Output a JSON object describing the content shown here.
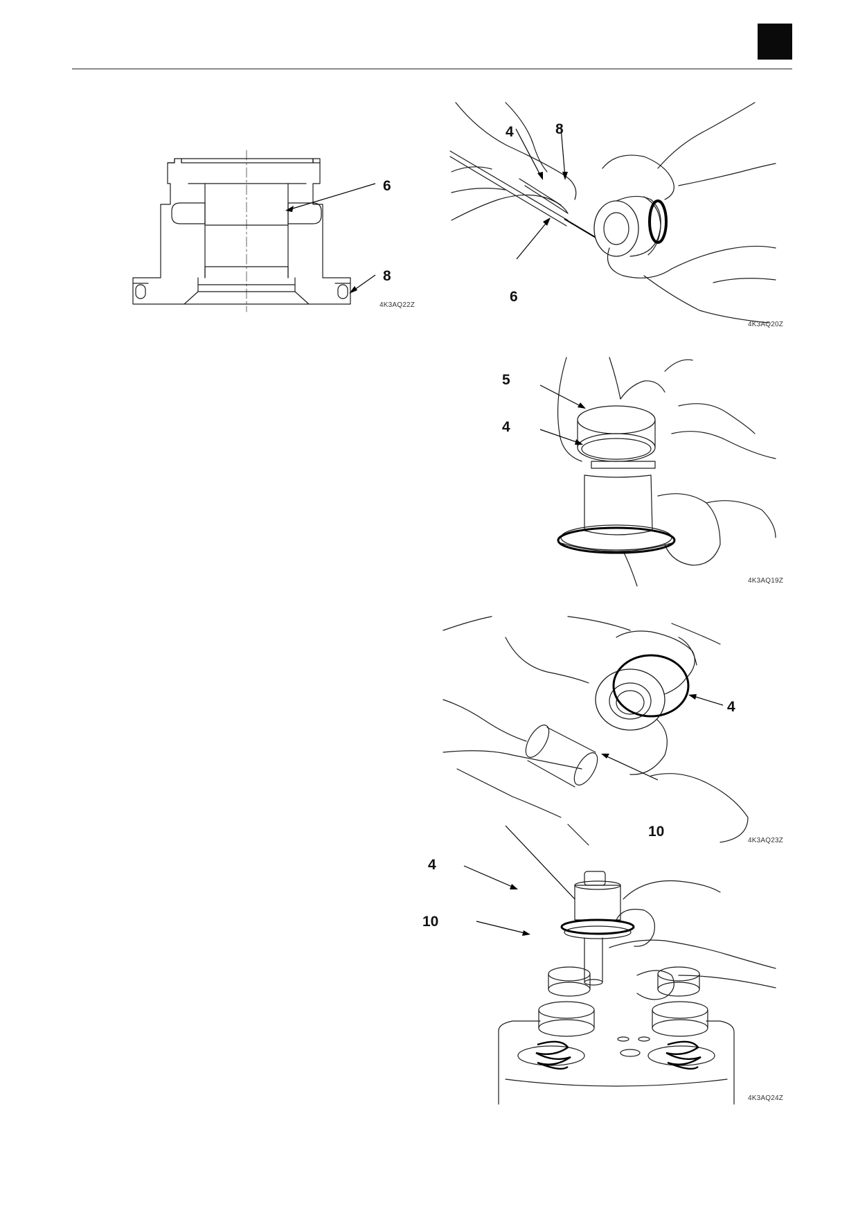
{
  "figures": [
    {
      "id": "sectional-drawing",
      "code": "4K3AQ22Z",
      "callouts": [
        "6",
        "8"
      ]
    },
    {
      "id": "removing-oring",
      "code": "4K3AQ20Z",
      "callouts": [
        "4",
        "8",
        "6"
      ]
    },
    {
      "id": "fitting-sleeve",
      "code": "4K3AQ19Z",
      "callouts": [
        "5",
        "4"
      ]
    },
    {
      "id": "inserting-rod",
      "code": "4K3AQ23Z",
      "callouts": [
        "4",
        "10"
      ]
    },
    {
      "id": "installing-guide",
      "code": "4K3AQ24Z",
      "callouts": [
        "4",
        "10"
      ]
    }
  ]
}
